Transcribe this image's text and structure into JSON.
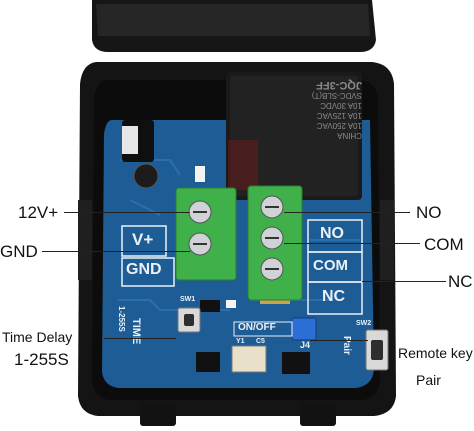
{
  "callouts": {
    "v12": "12V+",
    "gnd": "GND",
    "time_delay": "Time Delay",
    "time_range": "1-255S",
    "no": "NO",
    "com": "COM",
    "nc": "NC",
    "remote_key": "Remote key",
    "pair": "Pair"
  },
  "board_silkscreen": {
    "v_plus": "V+",
    "gnd": "GND",
    "no": "NO",
    "com": "COM",
    "nc": "NC",
    "time": "TIME",
    "range": "1-255S",
    "sw1": "SW1",
    "sw2": "SW2",
    "on_off": "ON/OFF",
    "pair": "Pair",
    "j4": "J4",
    "y1": "Y1",
    "c5": "C5"
  },
  "relay_text": {
    "brand": "JQC-3FF",
    "model": "SVDC-SLB(T)",
    "rating1": "10A 250VAC",
    "rating2": "10A 125VAC",
    "rating3": "10A 30VDC",
    "origin": "CHINA"
  },
  "colors": {
    "enclosure": "#151515",
    "pcb": "#1e5c96",
    "terminal": "#3fb04a",
    "relay": "#1a1a1a",
    "jumper": "#2b6fd6"
  }
}
